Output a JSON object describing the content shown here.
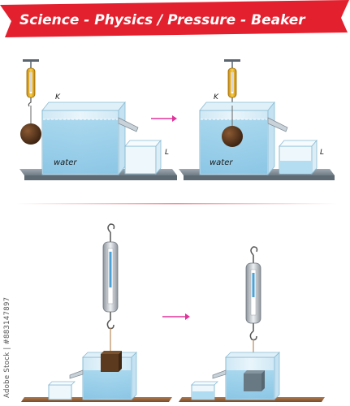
{
  "banner": {
    "title": "Science - Physics / Pressure - Beaker",
    "color": "#e3202e"
  },
  "top_panels": [
    {
      "label_k": "K",
      "label_l": "L",
      "water": "water",
      "state": "ball above water"
    },
    {
      "label_k": "K",
      "label_l": "L",
      "water": "water",
      "state": "ball submerged"
    }
  ],
  "watermark": {
    "id": "883147897",
    "text": "Adobe Stock | #883147897"
  },
  "colors": {
    "water": "#a9d8ef",
    "tank_edge": "#8bbcd4",
    "table": "#8a96a0",
    "arrow": "#e0339b",
    "ball": "#4a2c17",
    "cube": "#5b3a1e",
    "divider": "#f0a4a8",
    "spring_balance_top": "#e7a81a",
    "spring_balance_bottom": "#c6ccd3"
  },
  "icons": [
    "spring-balance-icon",
    "arrow-right-icon",
    "ball-icon",
    "cube-icon"
  ]
}
